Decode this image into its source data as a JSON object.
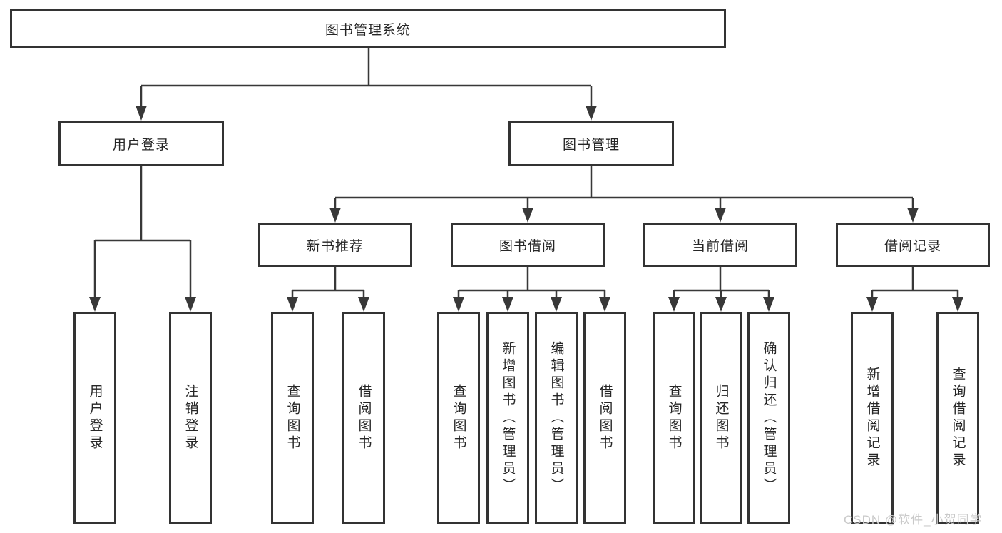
{
  "diagram": {
    "root": {
      "label": "图书管理系统"
    },
    "level2": [
      {
        "label": "用户登录"
      },
      {
        "label": "图书管理"
      }
    ],
    "level3": [
      {
        "label": "新书推荐"
      },
      {
        "label": "图书借阅"
      },
      {
        "label": "当前借阅"
      },
      {
        "label": "借阅记录"
      }
    ],
    "leaves": {
      "user_login": [
        {
          "label": "用户登录"
        },
        {
          "label": "注销登录"
        }
      ],
      "new_book_recommend": [
        {
          "label": "查询图书"
        },
        {
          "label": "借阅图书"
        }
      ],
      "book_borrow": [
        {
          "label": "查询图书"
        },
        {
          "label": "新增图书（管理员）"
        },
        {
          "label": "编辑图书（管理员）"
        },
        {
          "label": "借阅图书"
        }
      ],
      "current_borrow": [
        {
          "label": "查询图书"
        },
        {
          "label": "归还图书"
        },
        {
          "label": "确认归还（管理员）"
        }
      ],
      "borrow_record": [
        {
          "label": "新增借阅记录"
        },
        {
          "label": "查询借阅记录"
        }
      ]
    },
    "watermark": "CSDN @软件_小贺同学",
    "colors": {
      "line": "#383838",
      "box_border": "#333333",
      "box_fill": "#ffffff",
      "text": "#262626",
      "watermark": "#c9c9c9",
      "background": "#ffffff"
    }
  }
}
